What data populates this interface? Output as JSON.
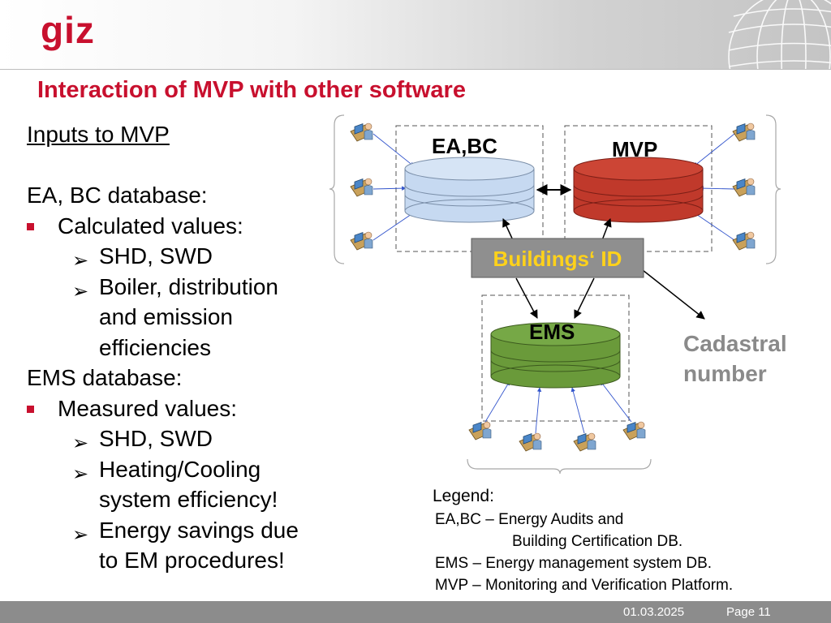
{
  "header": {
    "logo": "giz"
  },
  "title": "Interaction of MVP with other software",
  "left": {
    "heading": "Inputs to MVP",
    "ea_bc_db": "EA, BC database:",
    "calculated": "Calculated values:",
    "calc_items": [
      "SHD, SWD",
      "Boiler, distribution",
      "and emission",
      "efficiencies"
    ],
    "ems_db": "EMS database:",
    "measured": "Measured values:",
    "meas_items": [
      "SHD, SWD",
      "Heating/Cooling",
      "system efficiency!",
      "Energy savings due",
      "to EM procedures!"
    ]
  },
  "diagram": {
    "eabc_label": "EA,BC",
    "mvp_label": "MVP",
    "ems_label": "EMS",
    "buildings_id": "Buildings‘ ID",
    "cadastral": [
      "Cadastral",
      "number"
    ],
    "colors": {
      "eabc": "#c6d9f1",
      "mvp": "#c0392b",
      "ems": "#6a9a3a",
      "id_box": "#8f8f8f",
      "id_text": "#ffd21a",
      "cadastral": "#8a8a8a",
      "accent": "#c8102e"
    }
  },
  "legend": {
    "title": "Legend:",
    "lines": [
      "EA,BC – Energy Audits and",
      "Building Certification DB.",
      "EMS – Energy management system DB.",
      "MVP – Monitoring and Verification Platform."
    ]
  },
  "footer": {
    "date": "01.03.2025",
    "page": "Page 11"
  }
}
